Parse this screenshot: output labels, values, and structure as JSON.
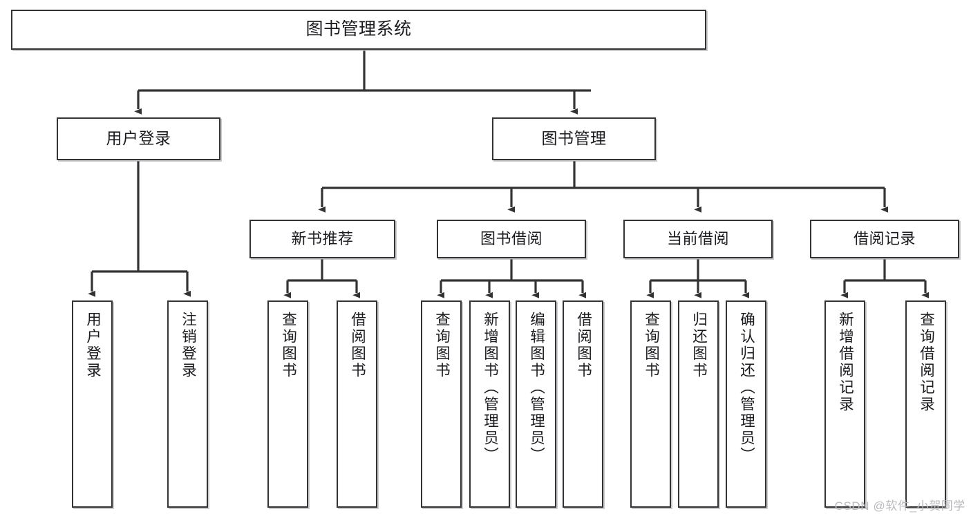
{
  "diagram": {
    "title": "图书管理系统",
    "watermark": "CSDN @软件_小贺同学",
    "colors": {
      "background": "#ffffff",
      "box_border": "#333335",
      "box_fill": "#ffffff",
      "edge": "#333335",
      "shadow": "#a0a0a4",
      "watermark": "#b9b9bd"
    },
    "root": {
      "label": "图书管理系统"
    },
    "level2": [
      {
        "label": "用户登录"
      },
      {
        "label": "图书管理"
      }
    ],
    "level3": [
      {
        "label": "新书推荐"
      },
      {
        "label": "图书借阅"
      },
      {
        "label": "当前借阅"
      },
      {
        "label": "借阅记录"
      }
    ],
    "leaves": {
      "user_login": [
        {
          "label": "用户登录"
        },
        {
          "label": "注销登录"
        }
      ],
      "new_book": [
        {
          "label": "查询图书"
        },
        {
          "label": "借阅图书"
        }
      ],
      "book_borrow": [
        {
          "label": "查询图书"
        },
        {
          "label": "新增图书（管理员）"
        },
        {
          "label": "编辑图书（管理员）"
        },
        {
          "label": "借阅图书"
        }
      ],
      "current_borrow": [
        {
          "label": "查询图书"
        },
        {
          "label": "归还图书"
        },
        {
          "label": "确认归还（管理员）"
        }
      ],
      "borrow_record": [
        {
          "label": "新增借阅记录"
        },
        {
          "label": "查询借阅记录"
        }
      ]
    }
  }
}
